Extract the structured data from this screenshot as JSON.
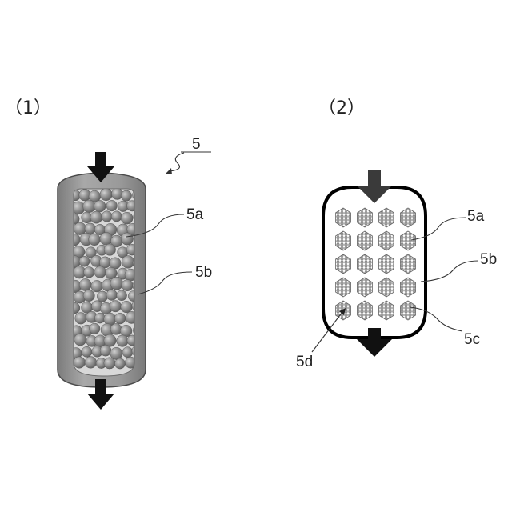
{
  "panels": {
    "panel1": {
      "label": "（1）"
    },
    "panel2": {
      "label": "（2）"
    }
  },
  "labels": {
    "main": "5",
    "p1_inner": "5a",
    "p1_outer": "5b",
    "p2_inner": "5a",
    "p2_outer": "5b",
    "p2_bottom": "5c",
    "p2_element": "5d"
  },
  "colors": {
    "shell": "#9a9a9a",
    "shell_dark": "#7c7c7c",
    "inner": "#d8d8d8",
    "bead": "#8e8e8e",
    "arrow": "#111111",
    "arrow2": "#3a3a3a",
    "module": "#a9a9a9",
    "outline": "#000000"
  },
  "layout": {
    "bead_columns": 6,
    "bead_rows": 16,
    "module_columns": 4,
    "module_rows": 5
  }
}
